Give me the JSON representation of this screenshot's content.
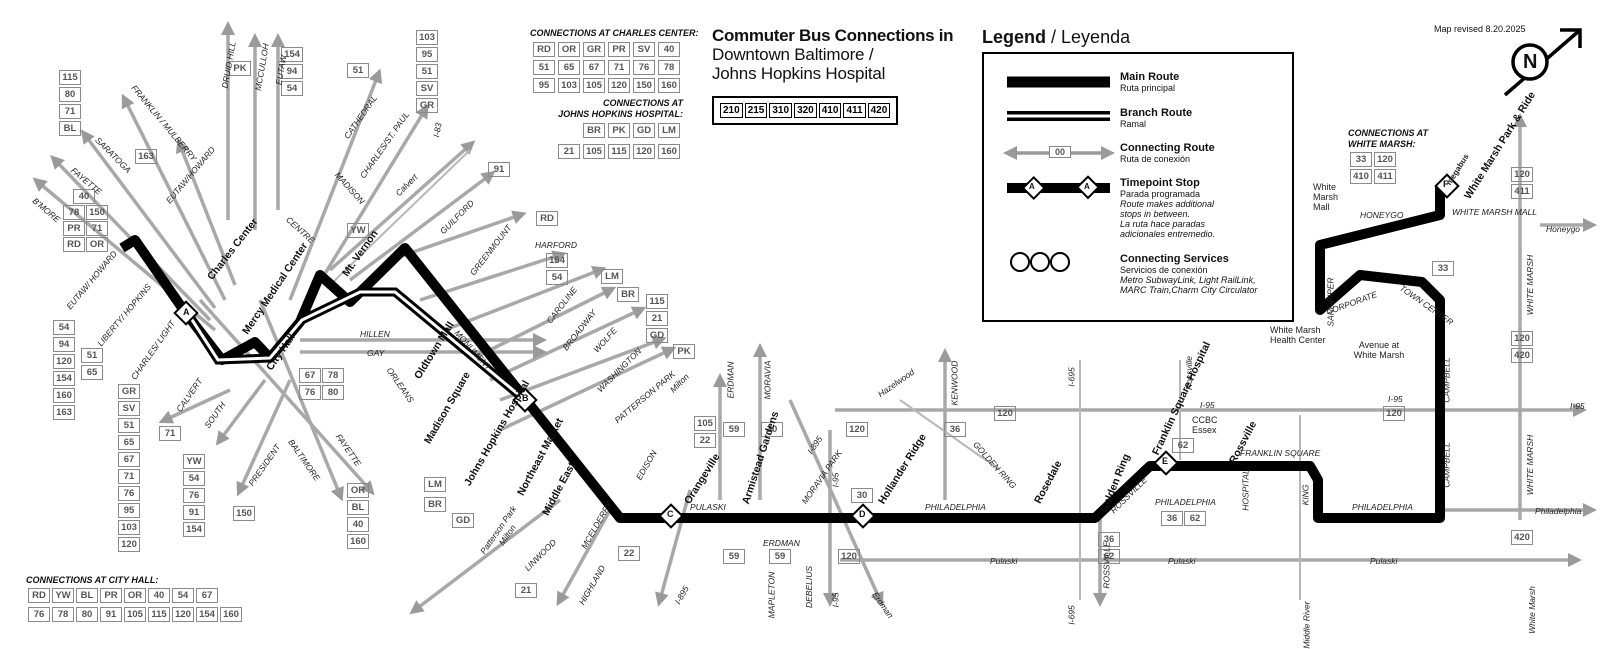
{
  "title": {
    "line1": "Commuter Bus Connections in",
    "line2": "Downtown Baltimore /",
    "line3": "Johns Hopkins Hospital"
  },
  "routes": [
    "210",
    "215",
    "310",
    "320",
    "410",
    "411",
    "420"
  ],
  "revised": "Map revised 8.20.2025",
  "north_label": "N",
  "legend": {
    "title": "Legend",
    "title_es": "/ Leyenda",
    "main_route": {
      "en": "Main Route",
      "es": "Ruta principal"
    },
    "branch_route": {
      "en": "Branch Route",
      "es": "Ramal"
    },
    "connecting_route": {
      "en": "Connecting Route",
      "es": "Ruta de conexión",
      "sample": "00"
    },
    "timepoint": {
      "en": "Timepoint Stop",
      "es": "Parada programada",
      "note_en1": "Route makes additional",
      "note_en2": "stops in between.",
      "note_es1": "La ruta hace paradas",
      "note_es2": "adicionales entremedio.",
      "sample": "A"
    },
    "services": {
      "en": "Connecting Services",
      "es": "Servicios de conexión",
      "list1": "Metro SubwayLink, Light RailLink,",
      "list2": "MARC Train,Charm City Circulator"
    }
  },
  "connections": {
    "charles_center": {
      "title": "CONNECTIONS AT CHARLES CENTER:",
      "rows": [
        [
          "RD",
          "OR",
          "GR",
          "PR",
          "SV",
          "40"
        ],
        [
          "51",
          "65",
          "67",
          "71",
          "76",
          "78"
        ],
        [
          "95",
          "103",
          "105",
          "120",
          "150",
          "160"
        ]
      ]
    },
    "jhh": {
      "title1": "CONNECTIONS AT",
      "title2": "JOHNS HOPKINS HOSPITAL:",
      "rows": [
        [
          "BR",
          "PK",
          "GD",
          "LM"
        ],
        [
          "21",
          "105",
          "115",
          "120",
          "160"
        ]
      ]
    },
    "city_hall": {
      "title": "CONNECTIONS AT CITY HALL:",
      "rows": [
        [
          "RD",
          "YW",
          "BL",
          "PR",
          "OR",
          "40",
          "54",
          "67"
        ],
        [
          "76",
          "78",
          "80",
          "91",
          "105",
          "115",
          "120",
          "154",
          "160"
        ]
      ]
    },
    "white_marsh": {
      "title1": "CONNECTIONS AT",
      "title2": "WHITE MARSH:",
      "rows": [
        [
          "33",
          "120"
        ],
        [
          "410",
          "411"
        ]
      ]
    }
  },
  "stops": {
    "a": {
      "letter": "A",
      "name": "Charles Center"
    },
    "mercy": "Mercy Medical Center",
    "mtvernon": "Mt. Vernon",
    "cityhall": "City Hall",
    "oldtown": "Oldtown Mall",
    "madison": "Madison Square",
    "b": {
      "letter": "B",
      "name": "Johns Hopkins Hospital"
    },
    "nemarket": "Northeast Market",
    "middleeast": "Middle East",
    "c": {
      "letter": "C",
      "name": "Orangeville"
    },
    "armistead": "Armistead Gardens",
    "d": {
      "letter": "D",
      "name": "Hollander Ridge"
    },
    "rosedale": "Rosedale",
    "golden": "Golden Ring",
    "e": {
      "letter": "E",
      "name": "Franklin Square Hospital"
    },
    "rossville": "Rossville",
    "f": {
      "letter": "F",
      "name": "White Marsh Park & Ride"
    }
  },
  "side_routes": {
    "left_top": [
      "115",
      "80",
      "71",
      "BL"
    ],
    "left_mid": [
      "78",
      "150",
      "PR",
      "71",
      "RD",
      "OR"
    ],
    "left_40": "40",
    "left_low": [
      "54",
      "94",
      "120",
      "154",
      "160",
      "163"
    ],
    "left_low2": [
      "51",
      "65"
    ],
    "left_bottom": [
      "GR",
      "SV",
      "51",
      "65",
      "67",
      "71",
      "76",
      "95",
      "103",
      "120"
    ],
    "top_pk": "PK",
    "top_eutaw": [
      "154",
      "94",
      "54"
    ],
    "top_right": [
      "103",
      "95",
      "51",
      "SV",
      "GR"
    ],
    "r163": "163",
    "r51": "51",
    "r91": "91",
    "rYW": "YW",
    "rRD": "RD",
    "harford": [
      "154",
      "54"
    ],
    "rLM": "LM",
    "rBR": "BR",
    "col_right": [
      "115",
      "21",
      "GD"
    ],
    "rPK": "PK",
    "gay": [
      "67",
      "78",
      "76",
      "80"
    ],
    "bottom_mid": [
      "YW",
      "54",
      "76",
      "91",
      "154"
    ],
    "bottom_right": [
      "OR",
      "BL",
      "40",
      "160"
    ],
    "r150": "150",
    "r71": "71",
    "lm_br": [
      "LM",
      "BR"
    ],
    "rGD": "GD",
    "r21b": "21",
    "r22b": "22",
    "r105": "105",
    "r22": "22",
    "r59": "59",
    "r30": "30",
    "r59b": "59",
    "r59c": "59",
    "r120a": "120",
    "r30b": "30",
    "r120b": "120",
    "r36": "36",
    "r120c": "120",
    "r62": "62",
    "r36b": "36",
    "r62b": "62",
    "r36c": "36",
    "r62c": "62",
    "r33": "33",
    "r120d": "120",
    "r420": "420",
    "r120e": "120",
    "r420b": "420",
    "r120f": "120",
    "r411": "411"
  },
  "streets": {
    "bmore1": "B'MORE",
    "fayette": "FAYETTE",
    "saratoga": "SARATOGA",
    "franklin": "FRANKLIN / MULBERRY",
    "eutawhoward": "EUTAW/HOWARD",
    "druidhill": "DRUID HILL",
    "mcculloh": "MCCULLOH",
    "eutaw": "EUTAW",
    "cathedral": "CATHEDRAL",
    "charlesstpaul": "CHARLES/ST. PAUL",
    "i83": "I-83",
    "calvert": "Calvert",
    "madison": "MADISON",
    "centre": "CENTRE",
    "guilford": "GUILFORD",
    "greenmount": "GREENMOUNT",
    "harford": "HARFORD",
    "caroline": "CAROLINE",
    "broadway": "BROADWAY",
    "wolfe": "WOLFE",
    "washington": "WASHINGTON",
    "patterson": "PATTERSON PARK",
    "milton": "Milton",
    "monument": "MONUMENT",
    "hillen": "HILLEN",
    "gay": "GAY",
    "orleans": "ORLEANS",
    "president": "PRESIDENT",
    "baltimore": "BALTIMORE",
    "fayette2": "FAYETTE",
    "south": "SOUTH",
    "calvert2": "CALVERT",
    "eutawhoward2": "EUTAW/ HOWARD",
    "libertyhopkins": "LIBERTY/ HOPKINS",
    "charleslight": "CHARLES/ LIGHT",
    "edison": "EDISON",
    "milton2": "MILTON",
    "pattersonpark2": "Patterson Park",
    "milton3": "Milton",
    "linwood": "LINWOOD",
    "mcelderry": "MCELDERRY",
    "highland": "HIGHLAND",
    "pulaski": "PULASKI",
    "erdman": "ERDMAN",
    "moravia": "MORAVIA",
    "moraviapark": "MORAVIA PARK",
    "i895": "I-895",
    "i895b": "I-895",
    "mapleton": "MAPLETON",
    "erdman2": "ERDMAN",
    "debelius": "DEBELIUS",
    "i95": "I-95",
    "i95b": "I-95",
    "hazelwood": "Hazelwood",
    "kenwood": "KENWOOD",
    "goldenring": "GOLDEN RING",
    "philadelphia": "PHILADELPHIA",
    "i695": "I-695",
    "i695b": "I-695",
    "pulaski2": "Pulaski",
    "pulaski3": "Pulaski",
    "pulaski4": "Pulaski",
    "erdman3": "Erdman",
    "rossville": "ROSSVILLE",
    "rossville2": "Rossville",
    "rossville3": "ROSSVILLE",
    "philadelphia2": "PHILADELPHIA",
    "hospital": "HOSPITAL",
    "franklinsq": "FRANKLIN SQUARE",
    "king": "KING",
    "philadelphia3": "PHILADELPHIA",
    "philadelphia4": "Philadelphia",
    "middleriver": "Middle River",
    "i95c": "I-95",
    "i95d": "I-95",
    "i95e": "I-95",
    "campbell": "CAMPBELL",
    "campbell2": "CAMPBELL",
    "whitemarsh": "WHITE MARSH",
    "whitemarsh2": "WHITE MARSH",
    "whitemarsh3": "White Marsh",
    "whitemarshmall": "WHITE MARSH MALL",
    "honeygo": "HONEYGO",
    "honeygo2": "Honeygo",
    "sandpiper": "SANDPIPER",
    "corporate": "CORPORATE",
    "towncenter": "TOWN CENTER",
    "ccbc": "CCBC Essex",
    "wmmall": "White Marsh Mall",
    "wmhealth": "White Marsh Health Center",
    "avenue": "Avenue at White Marsh",
    "megabus": "megabus"
  }
}
